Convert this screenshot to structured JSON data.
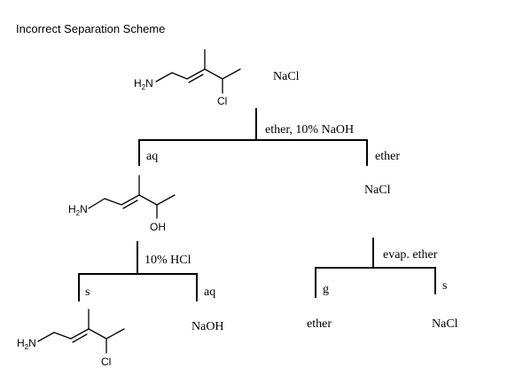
{
  "title": "Incorrect Separation Scheme",
  "atoms": {
    "h2n_h": "H",
    "h2n_sub": "2",
    "h2n_n": "N",
    "chlorine": "Cl",
    "hydroxyl": "OH"
  },
  "reactants": {
    "salt": "NaCl"
  },
  "steps": {
    "step1": {
      "reagent": "ether, 10% NaOH",
      "left_layer": "aq",
      "right_layer": "ether",
      "right_product": "NaCl"
    },
    "step2": {
      "reagent": "10% HCl",
      "left_phase": "s",
      "right_phase": "aq",
      "right_product": "NaOH"
    },
    "step3": {
      "reagent": "evap. ether",
      "left_phase": "g",
      "right_phase": "s",
      "left_product": "ether",
      "right_product": "NaCl"
    }
  }
}
